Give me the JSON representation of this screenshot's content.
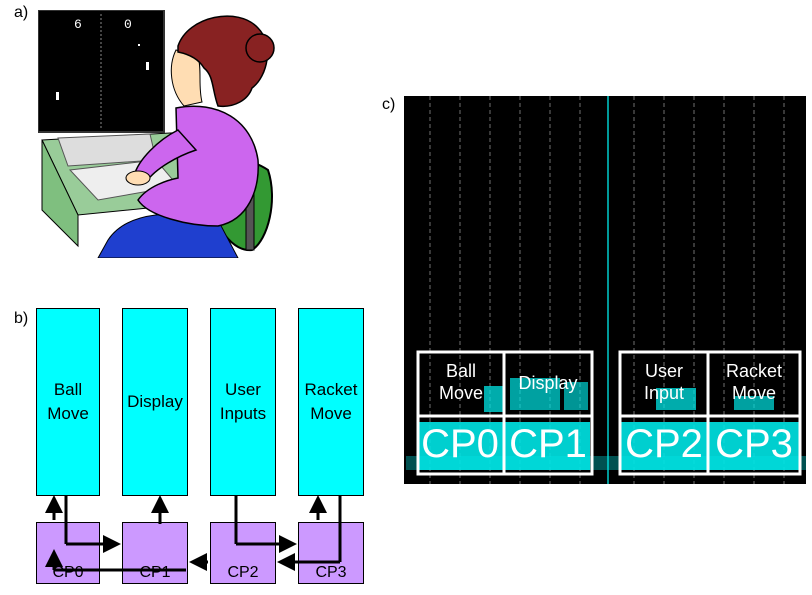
{
  "panel_labels": {
    "a": "a)",
    "b": "b)",
    "c": "c)"
  },
  "panel_a": {
    "screen_digits": [
      "6",
      "0"
    ]
  },
  "panel_b": {
    "tasks": [
      "Ball\nMove",
      "Display",
      "User\nInputs",
      "Racket\nMove"
    ],
    "processors": [
      "CP0",
      "CP1",
      "CP2",
      "CP3"
    ],
    "colors": {
      "task": "#00ffff",
      "processor": "#cc99ff"
    }
  },
  "panel_c": {
    "tasks": [
      "Ball\nMove",
      "Display",
      "User\nInput",
      "Racket\nMove"
    ],
    "processors": [
      "CP0",
      "CP1",
      "CP2",
      "CP3"
    ],
    "colors": {
      "background": "#000000",
      "logic": "#00e5e5",
      "outline": "#ffffff"
    }
  }
}
